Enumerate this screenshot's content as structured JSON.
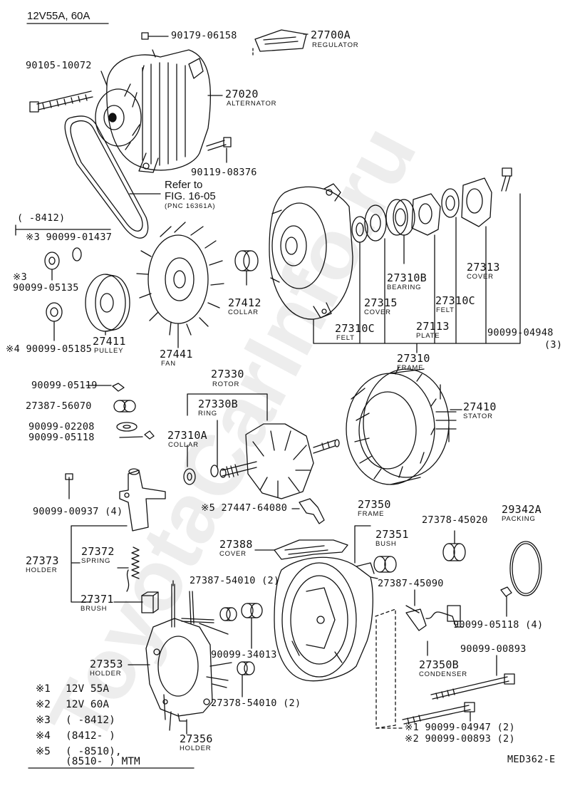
{
  "header": {
    "title": "12V55A, 60A"
  },
  "watermark": "ToyotaCarInfo.ru",
  "figure_code": "MED362-E",
  "refer": {
    "line1": "Refer to",
    "line2": "FIG. 16-05",
    "line3": "(PNC 16361A)"
  },
  "parts": {
    "p90179": "90179-06158",
    "p27700A": "27700A",
    "p27700A_name": "REGULATOR",
    "p90105": "90105-10072",
    "p27020": "27020",
    "p27020_name": "ALTERNATOR",
    "p90119": "90119-08376",
    "range_8412": "(    -8412)",
    "p90099_01437": "※3 90099-01437",
    "mark3": "※3",
    "p90099_05135": "90099-05135",
    "p90099_05185": "※4 90099-05185",
    "p27411": "27411",
    "p27411_name": "PULLEY",
    "p27441": "27441",
    "p27441_name": "FAN",
    "p27412": "27412",
    "p27412_name": "COLLAR",
    "p27310C_a": "27310C",
    "felt_a": "FELT",
    "p27315": "27315",
    "p27315_name": "COVER",
    "p27310B": "27310B",
    "p27310B_name": "BEARING",
    "p27113": "27113",
    "p27113_name": "PLATE",
    "p27310C_b": "27310C",
    "felt_b": "FELT",
    "p27313": "27313",
    "p27313_name": "COVER",
    "p90099_04948": "90099-04948",
    "p90099_04948_qty": "(3)",
    "p27310": "27310",
    "p27310_name": "FRAME",
    "p90099_05119": "90099-05119",
    "p27387_56070": "27387-56070",
    "p90099_02208": "90099-02208",
    "p90099_05118a": "90099-05118",
    "p27330": "27330",
    "p27330_name": "ROTOR",
    "p27330B": "27330B",
    "p27330B_name": "RING",
    "p27310A": "27310A",
    "p27310A_name": "COLLAR",
    "p27410": "27410",
    "p27410_name": "STATOR",
    "p90099_00937": "90099-00937 (4)",
    "p27447": "※5 27447-64080",
    "p27350": "27350",
    "p27350_name": "FRAME",
    "p27378_45020": "27378-45020",
    "p29342A": "29342A",
    "p29342A_name": "PACKING",
    "p27351": "27351",
    "p27351_name": "BUSH",
    "p27388": "27388",
    "p27388_name": "COVER",
    "p27373": "27373",
    "p27373_name": "HOLDER",
    "p27372": "27372",
    "p27372_name": "SPRING",
    "p27371": "27371",
    "p27371_name": "BRUSH",
    "p27387_54010": "27387-54010 (2)",
    "p27387_45090": "27387-45090",
    "p90099_05118b": "90099-05118 (4)",
    "p90099_34013": "90099-34013",
    "p90099_00893": "90099-00893",
    "p27350B": "27350B",
    "p27350B_name": "CONDENSER",
    "p27353": "27353",
    "p27353_name": "HOLDER",
    "p27378_54010": "27378-54010 (2)",
    "p90099_04947": "※1 90099-04947 (2)",
    "p90099_00893_2": "※2 90099-00893 (2)",
    "p27356": "27356",
    "p27356_name": "HOLDER"
  },
  "legend": [
    {
      "mark": "※1",
      "text": "12V 55A"
    },
    {
      "mark": "※2",
      "text": "12V 60A"
    },
    {
      "mark": "※3",
      "text": "(     -8412)"
    },
    {
      "mark": "※4",
      "text": "(8412-     )"
    },
    {
      "mark": "※5",
      "text": "(     -8510),"
    }
  ],
  "legend_tail": "(8510-     ) MTM"
}
